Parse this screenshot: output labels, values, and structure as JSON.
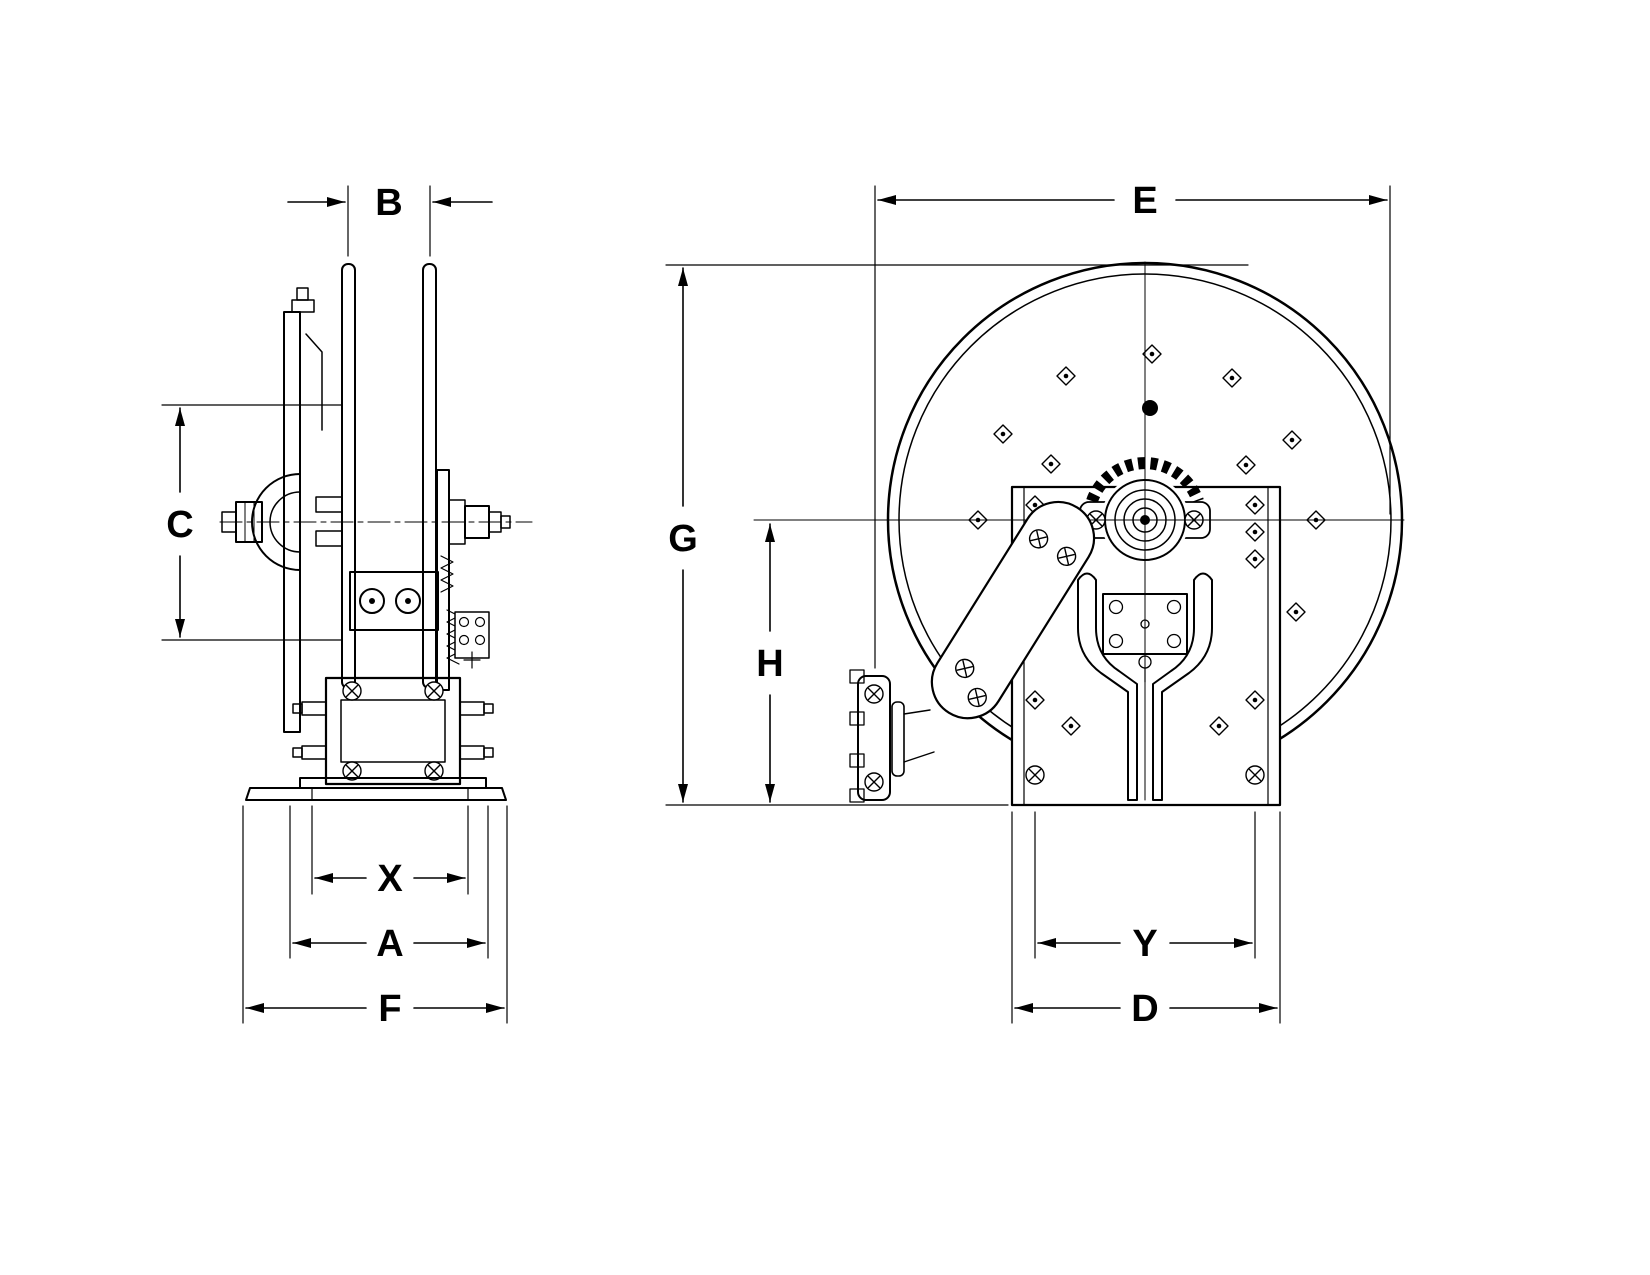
{
  "drawing": {
    "background": "#ffffff",
    "line_color": "#000000"
  },
  "views": {
    "side_view": {
      "dims": {
        "b": "B",
        "c": "C",
        "x": "X",
        "a": "A",
        "f": "F"
      }
    },
    "front_view": {
      "dims": {
        "e": "E",
        "g": "G",
        "h": "H",
        "y": "Y",
        "d": "D"
      }
    }
  }
}
